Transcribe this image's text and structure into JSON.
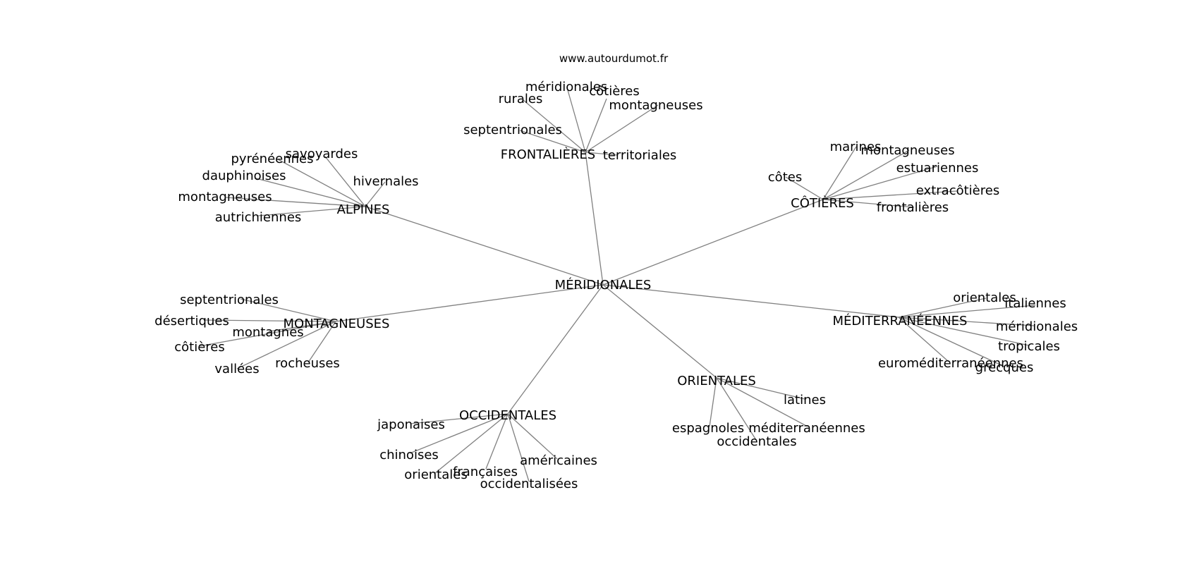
{
  "watermark": "www.autourdumot.fr",
  "colors": {
    "edge": "#808080",
    "text": "#000000",
    "background": "#ffffff"
  },
  "graph": {
    "center": {
      "label": "MÉRIDIONALES"
    },
    "hubs": [
      {
        "label": "FRONTALIÈRES",
        "leaves": [
          "méridionales",
          "côtières",
          "rurales",
          "montagneuses",
          "septentrionales",
          "territoriales"
        ]
      },
      {
        "label": "ALPINES",
        "leaves": [
          "savoyardes",
          "pyrénéennes",
          "dauphinoises",
          "hivernales",
          "montagneuses",
          "autrichiennes"
        ]
      },
      {
        "label": "CÔTIÈRES",
        "leaves": [
          "marines",
          "montagneuses",
          "estuariennes",
          "côtes",
          "extracôtières",
          "frontalières"
        ]
      },
      {
        "label": "MONTAGNEUSES",
        "leaves": [
          "septentrionales",
          "désertiques",
          "montagnes",
          "côtières",
          "vallées",
          "rocheuses"
        ]
      },
      {
        "label": "MÉDITERRANÉENNES",
        "leaves": [
          "orientales",
          "italiennes",
          "méridionales",
          "tropicales",
          "euroméditerranéennes",
          "grecques"
        ]
      },
      {
        "label": "ORIENTALES",
        "leaves": [
          "latines",
          "espagnoles",
          "méditerranéennes",
          "occidentales"
        ]
      },
      {
        "label": "OCCIDENTALES",
        "leaves": [
          "japonaises",
          "chinoises",
          "américaines",
          "orientales",
          "françaises",
          "occidentalisées"
        ]
      }
    ]
  }
}
